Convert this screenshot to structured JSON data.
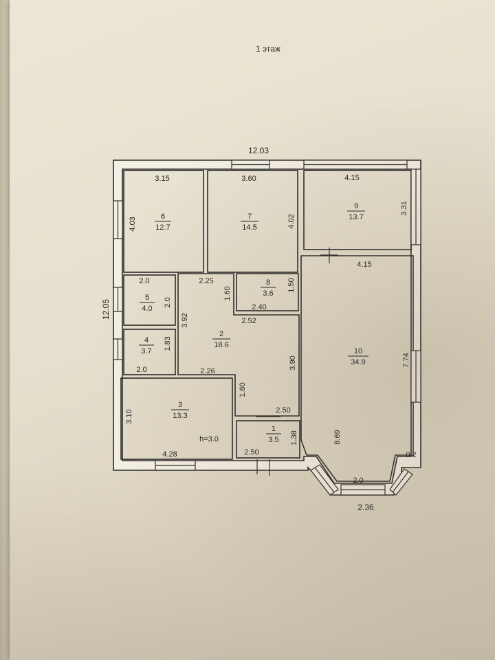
{
  "page": {
    "title": "1 этаж"
  },
  "overall": {
    "top_width": "12.03",
    "left_height": "12.05",
    "bay_width": "2.36"
  },
  "rooms": [
    {
      "id": "room-1",
      "num": "1",
      "area": "3.5",
      "dims": [
        "1.38",
        "2.50"
      ]
    },
    {
      "id": "room-2",
      "num": "2",
      "area": "18.6",
      "dims": [
        "2.25",
        "3.92",
        "2.52",
        "3.90",
        "2.26",
        "1.60",
        "1.60"
      ]
    },
    {
      "id": "room-3",
      "num": "3",
      "area": "13.3",
      "dims": [
        "3.10",
        "4.28"
      ],
      "note": "h=3.0"
    },
    {
      "id": "room-4",
      "num": "4",
      "area": "3.7",
      "dims": [
        "1.83",
        "2.0"
      ]
    },
    {
      "id": "room-5",
      "num": "5",
      "area": "4.0",
      "dims": [
        "2.0",
        "2.0"
      ]
    },
    {
      "id": "room-6",
      "num": "6",
      "area": "12.7",
      "dims": [
        "3.15",
        "4.03"
      ]
    },
    {
      "id": "room-7",
      "num": "7",
      "area": "14.5",
      "dims": [
        "3.60",
        "4.02"
      ]
    },
    {
      "id": "room-8",
      "num": "8",
      "area": "3.6",
      "dims": [
        "1.50",
        "2.40"
      ]
    },
    {
      "id": "room-9",
      "num": "9",
      "area": "13.7",
      "dims": [
        "4.15",
        "3.31"
      ]
    },
    {
      "id": "room-10",
      "num": "10",
      "area": "34.9",
      "dims": [
        "4.15",
        "7.74",
        "8.69",
        "0.2",
        "2.0",
        "2.50"
      ]
    }
  ]
}
